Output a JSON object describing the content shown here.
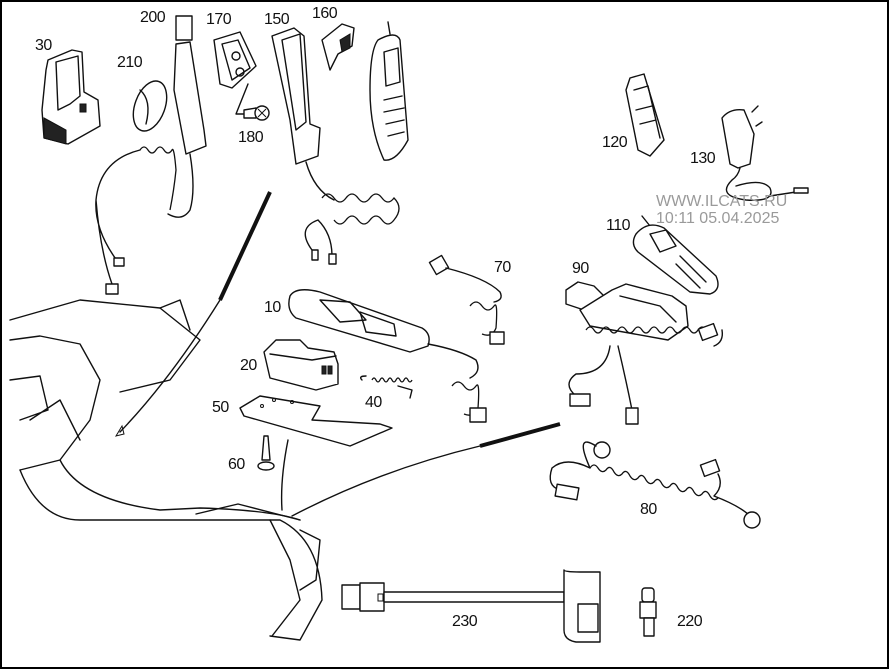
{
  "diagram": {
    "title": "Telephone system components exploded view",
    "part_labels": [
      {
        "id": "p30",
        "text": "30"
      },
      {
        "id": "p200",
        "text": "200"
      },
      {
        "id": "p170",
        "text": "170"
      },
      {
        "id": "p150",
        "text": "150"
      },
      {
        "id": "p160",
        "text": "160"
      },
      {
        "id": "p210",
        "text": "210"
      },
      {
        "id": "p180",
        "text": "180"
      },
      {
        "id": "p120",
        "text": "120"
      },
      {
        "id": "p130",
        "text": "130"
      },
      {
        "id": "p110",
        "text": "110"
      },
      {
        "id": "p70",
        "text": "70"
      },
      {
        "id": "p90",
        "text": "90"
      },
      {
        "id": "p10",
        "text": "10"
      },
      {
        "id": "p20",
        "text": "20"
      },
      {
        "id": "p40",
        "text": "40"
      },
      {
        "id": "p50",
        "text": "50"
      },
      {
        "id": "p60",
        "text": "60"
      },
      {
        "id": "p80",
        "text": "80"
      },
      {
        "id": "p230",
        "text": "230"
      },
      {
        "id": "p220",
        "text": "220"
      }
    ],
    "watermark": {
      "line1": "WWW.ILCATS.RU",
      "line2": "10:11 05.04.2025"
    }
  }
}
